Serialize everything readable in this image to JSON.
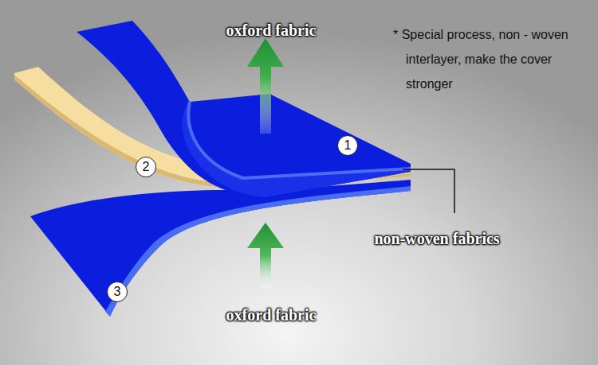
{
  "diagram": {
    "labels": [
      "oxford fabric",
      "* Special process, non - woven interlayer, make the cover stronger",
      "1",
      "2",
      "non-woven fabrics",
      "3",
      "oxford fabric"
    ]
  }
}
